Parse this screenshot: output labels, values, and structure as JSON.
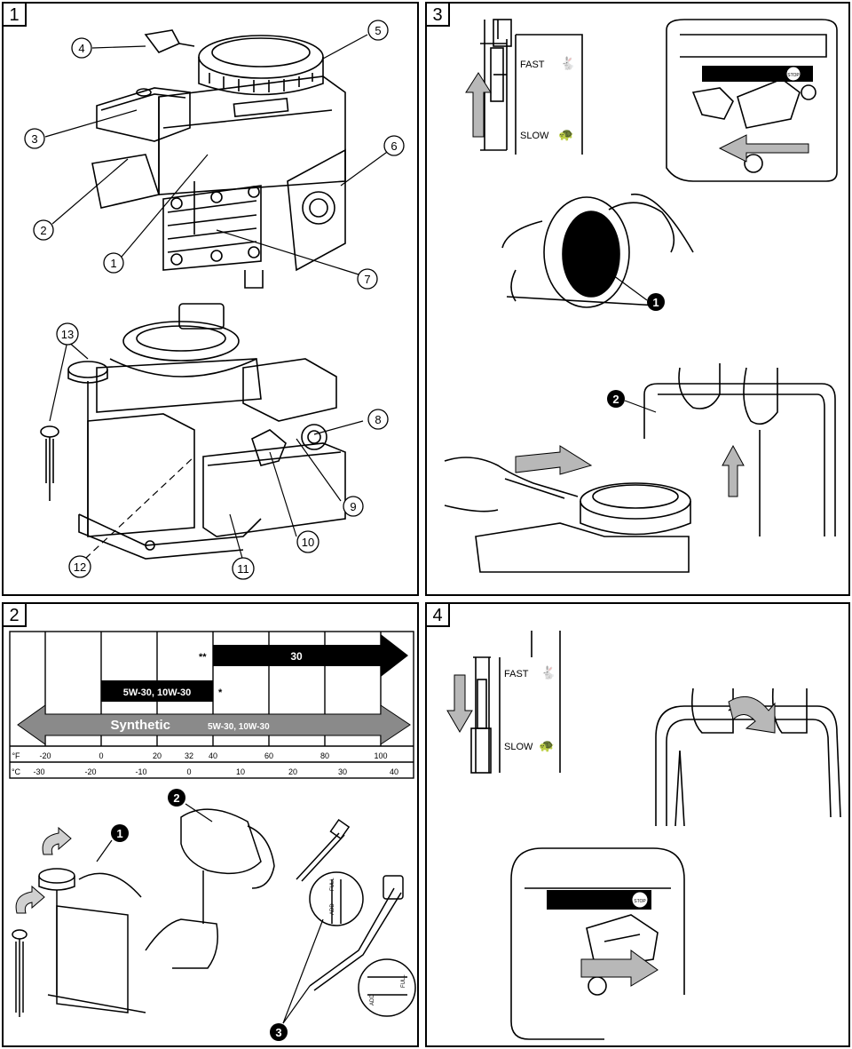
{
  "panels": {
    "p1": "1",
    "p2": "2",
    "p3": "3",
    "p4": "4"
  },
  "callouts": {
    "c1": "1",
    "c2": "2",
    "c3": "3",
    "c4": "4",
    "c5": "5",
    "c6": "6",
    "c7": "7",
    "c8": "8",
    "c9": "9",
    "c10": "10",
    "c11": "11",
    "c12": "12",
    "c13": "13"
  },
  "badges": {
    "b1": "1",
    "b2": "2",
    "b3": "3"
  },
  "throttle": {
    "fast": "FAST",
    "slow": "SLOW",
    "stop": "STOP"
  },
  "oil_chart": {
    "bar_30": "30",
    "bar_5w": "5W-30,  10W-30",
    "synthetic": "Synthetic",
    "synthetic_grades": "5W-30,  10W-30",
    "double_star": "**",
    "single_star": "*",
    "f_unit": "°F",
    "c_unit": "°C",
    "f_ticks": [
      "-20",
      "0",
      "20",
      "32",
      "40",
      "60",
      "80",
      "100"
    ],
    "c_ticks": [
      "-30",
      "-20",
      "-10",
      "0",
      "10",
      "20",
      "30",
      "40"
    ]
  },
  "dipstick": {
    "full": "FULL",
    "add": "ADD"
  },
  "colors": {
    "arrow_gray": "#b8b8b8",
    "line": "#000000"
  }
}
